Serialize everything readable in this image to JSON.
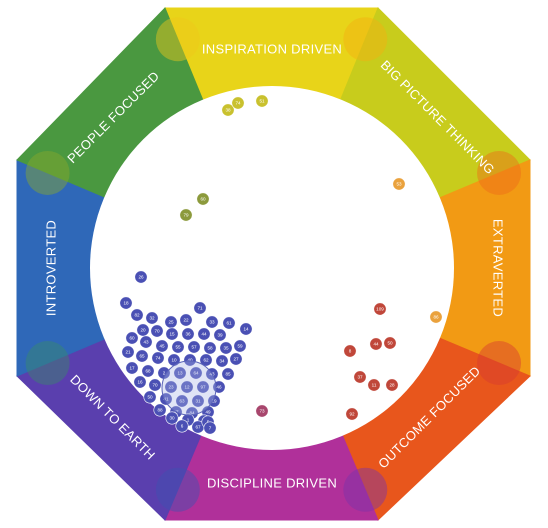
{
  "segments": [
    {
      "label": "INSPIRATION DRIVEN",
      "color": "#e2d21a"
    },
    {
      "label": "BIG PICTURE THINKING",
      "color": "#dcc61b"
    },
    {
      "label": "EXTRAVERTED",
      "color": "#ef7a17"
    },
    {
      "label": "OUTCOME FOCUSED",
      "color": "#e04a1f"
    },
    {
      "label": "DISCIPLINE DRIVEN",
      "color": "#9a2fa0"
    },
    {
      "label": "DOWN TO EARTH",
      "color": "#4a44ad"
    },
    {
      "label": "INTROVERTED",
      "color": "#2f63b8"
    },
    {
      "label": "PEOPLE FOCUSED",
      "color": "#4b9a3c"
    }
  ],
  "dot_groups": {
    "yellow": {
      "color": "#c9c12e",
      "labels": [
        "38",
        "74",
        "51"
      ]
    },
    "olive": {
      "color": "#8c9a3c",
      "labels": [
        "79",
        "60"
      ]
    },
    "orange": {
      "color": "#eaa23d",
      "labels": [
        "53",
        "86"
      ]
    },
    "red": {
      "color": "#c0473a",
      "labels": [
        "109",
        "8",
        "44",
        "50",
        "37",
        "11",
        "28",
        "92"
      ]
    },
    "magenta": {
      "color": "#a8466d",
      "labels": [
        "73"
      ]
    },
    "blue": {
      "color": "#4a50b4",
      "labels": [
        "26",
        "18",
        "82",
        "32",
        "71",
        "25",
        "22",
        "33",
        "61",
        "20",
        "70",
        "15",
        "36",
        "44",
        "39",
        "14",
        "60",
        "43",
        "45",
        "55",
        "57",
        "58",
        "35",
        "59",
        "21",
        "65",
        "74",
        "10",
        "40",
        "62",
        "34",
        "27",
        "17",
        "68",
        "2",
        "13",
        "64",
        "43",
        "85",
        "16",
        "70",
        "23",
        "12",
        "97",
        "46",
        "50",
        "41",
        "63",
        "31",
        "19",
        "88",
        "47",
        "84",
        "49",
        "30",
        "1",
        "29",
        "6",
        "67",
        "5",
        "7"
      ]
    }
  }
}
